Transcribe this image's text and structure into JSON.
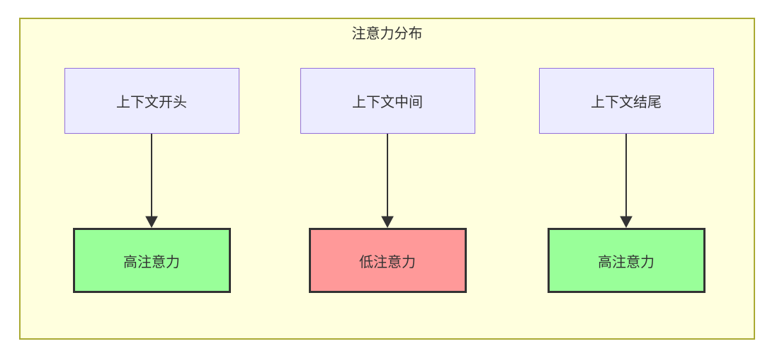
{
  "diagram": {
    "title": "注意力分布",
    "columns": [
      {
        "source": "上下文开头",
        "target": "高注意力",
        "target_type": "high"
      },
      {
        "source": "上下文中间",
        "target": "低注意力",
        "target_type": "low"
      },
      {
        "source": "上下文结尾",
        "target": "高注意力",
        "target_type": "high"
      }
    ],
    "colors": {
      "container_bg": "#ffffde",
      "container_border": "#aaaa33",
      "source_bg": "#ececff",
      "source_border": "#9370db",
      "high_bg": "#99ff99",
      "low_bg": "#ff9999",
      "target_border": "#333333",
      "arrow": "#333333",
      "text": "#333333"
    }
  }
}
